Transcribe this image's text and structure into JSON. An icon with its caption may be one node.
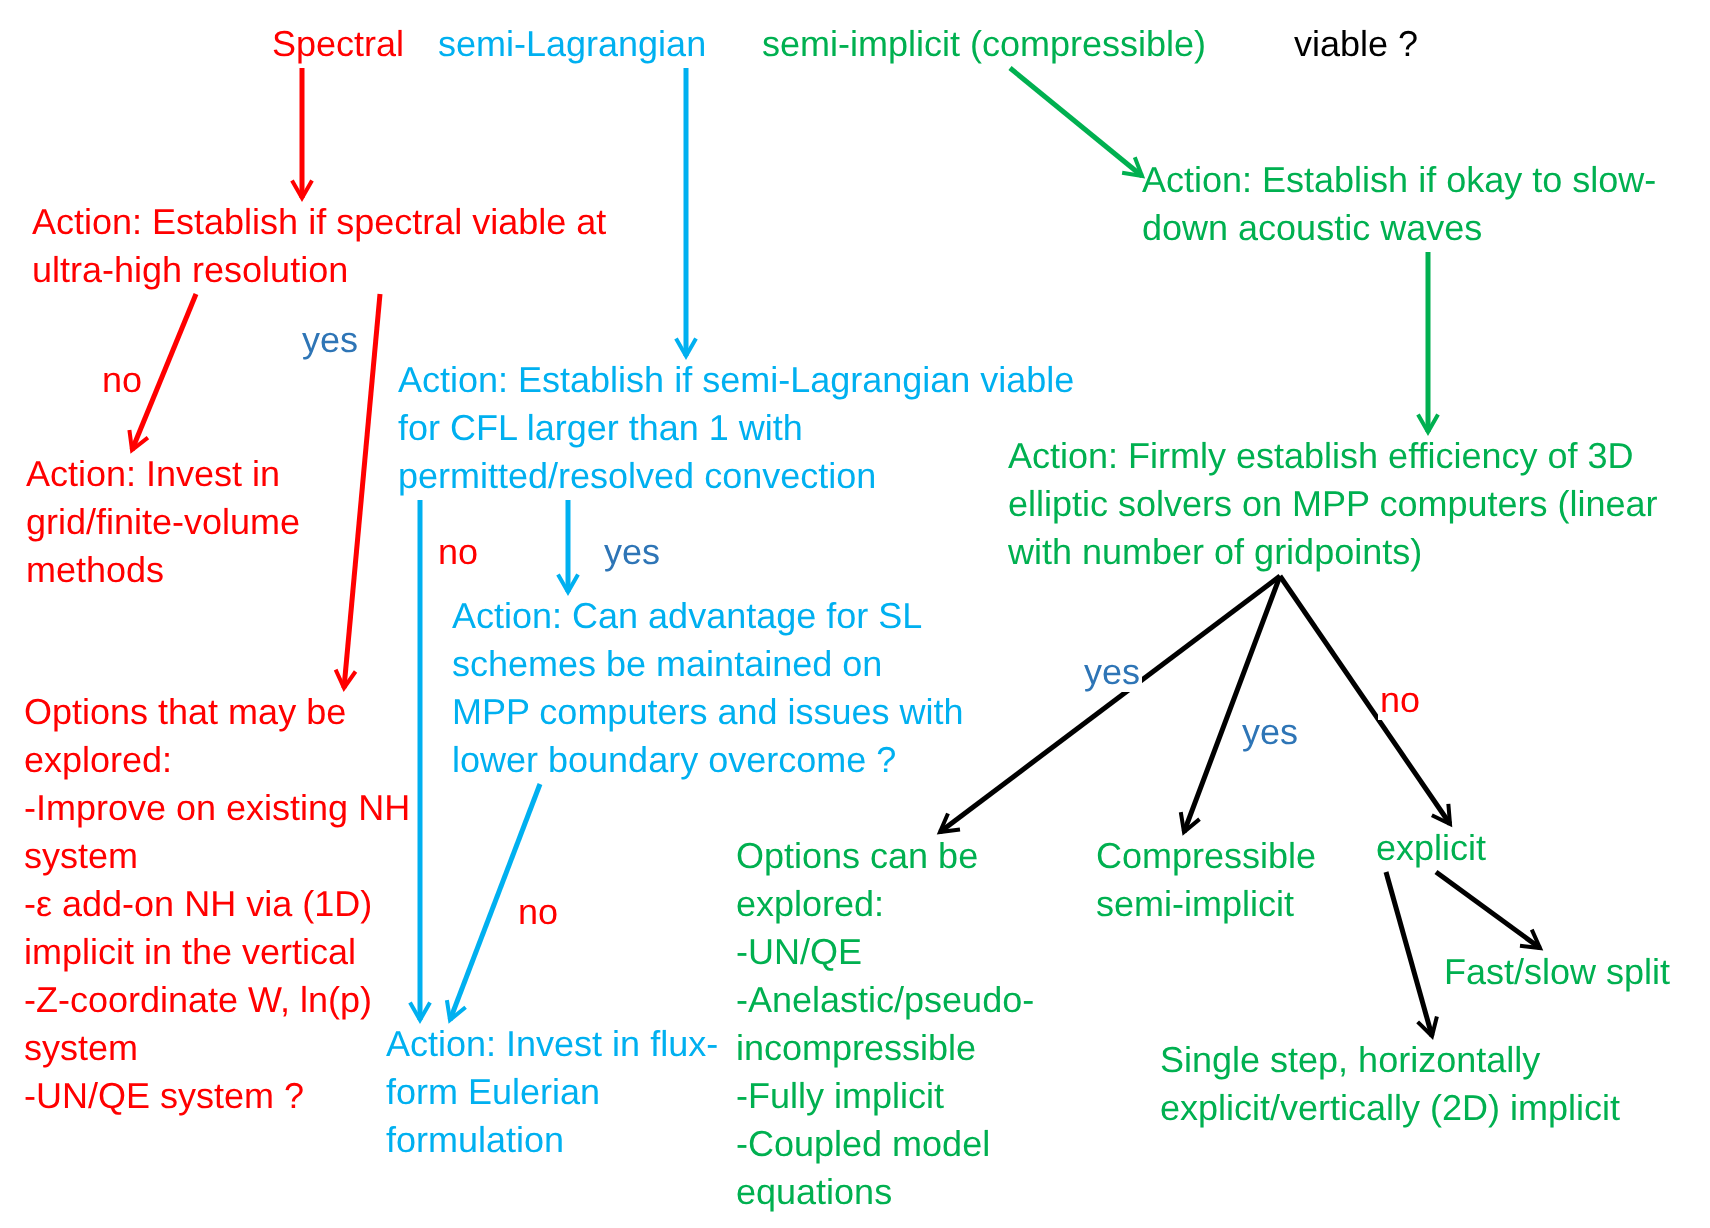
{
  "diagram": {
    "nodes": [
      {
        "text": [
          "Spectral"
        ]
      },
      {
        "text": [
          "semi-Lagrangian"
        ]
      },
      {
        "text": [
          "semi-implicit (compressible)"
        ]
      },
      {
        "text": [
          "viable ?"
        ]
      },
      {
        "text": [
          "Action: Establish if spectral viable at ultra-high resolution"
        ]
      },
      {
        "text": [
          "Action: Invest in grid/finite-volume methods"
        ]
      },
      {
        "text": [
          "Options that may be explored:",
          "-Improve on existing NH system",
          "-ε add-on NH via (1D) implicit in the vertical",
          "-Z-coordinate W, ln(p) system",
          "-UN/QE system ?"
        ]
      },
      {
        "text": [
          "Action: Establish if semi-Lagrangian viable for CFL larger than 1 with permitted/resolved convection"
        ]
      },
      {
        "text": [
          "Action: Can advantage for SL schemes be maintained on MPP computers and issues with lower boundary overcome ?"
        ]
      },
      {
        "text": [
          "Action: Invest in flux-form Eulerian formulation"
        ]
      },
      {
        "text": [
          "Action: Establish if okay to slow-down acoustic waves"
        ]
      },
      {
        "text": [
          "Action: Firmly establish efficiency of 3D elliptic solvers on MPP computers (linear with number of gridpoints)"
        ]
      },
      {
        "text": [
          "Options can be explored:",
          "-UN/QE",
          "-Anelastic/pseudo-incompressible",
          "-Fully implicit",
          "-Coupled model equations"
        ]
      },
      {
        "text": [
          "Compressible semi-implicit"
        ]
      },
      {
        "text": [
          "explicit"
        ]
      },
      {
        "text": [
          "Fast/slow split"
        ]
      },
      {
        "text": [
          "Single step, horizontally explicit/vertically (2D) implicit"
        ]
      }
    ],
    "edges": [
      {
        "from": 0,
        "to": 4,
        "arrow": "to",
        "color": "#ff0000"
      },
      {
        "from": 1,
        "to": 7,
        "arrow": "to",
        "color": "#00b0f0"
      },
      {
        "from": 2,
        "to": 10,
        "arrow": "to",
        "color": "#00b050"
      },
      {
        "from": 10,
        "to": 11,
        "arrow": "to",
        "color": "#00b050"
      },
      {
        "from": 4,
        "to": 5,
        "arrow": "to",
        "label": "no",
        "color": "#ff0000"
      },
      {
        "from": 4,
        "to": 6,
        "arrow": "to",
        "label": "yes",
        "color": "#ff0000"
      },
      {
        "from": 7,
        "to": 9,
        "arrow": "to",
        "label": "no",
        "color": "#00b0f0"
      },
      {
        "from": 7,
        "to": 8,
        "arrow": "to",
        "label": "yes",
        "color": "#00b0f0"
      },
      {
        "from": 8,
        "to": 9,
        "arrow": "to",
        "label": "no",
        "color": "#00b0f0"
      },
      {
        "from": 11,
        "to": 12,
        "arrow": "to",
        "label": "yes"
      },
      {
        "from": 11,
        "to": 13,
        "arrow": "to",
        "label": "yes"
      },
      {
        "from": 11,
        "to": 14,
        "arrow": "to",
        "label": "no"
      },
      {
        "from": 14,
        "to": 15,
        "arrow": "to"
      },
      {
        "from": 14,
        "to": 16,
        "arrow": "to"
      }
    ]
  }
}
